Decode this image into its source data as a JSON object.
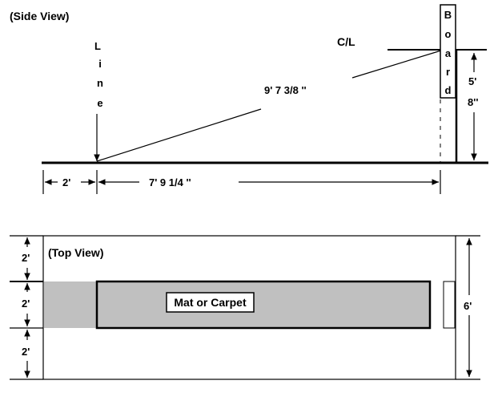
{
  "side_view": {
    "title": "(Side View)",
    "line_letters": [
      "L",
      "i",
      "n",
      "e"
    ],
    "centerline_label": "C/L",
    "board_letters": [
      "B",
      "o",
      "a",
      "r",
      "d"
    ],
    "diagonal_distance": "9'   7 3/8 ''",
    "height_feet": "5'",
    "height_inches": "8''",
    "offset_left": "2'",
    "floor_distance": "7'   9 1/4 ''"
  },
  "top_view": {
    "title": "(Top View)",
    "mat_label": "Mat or Carpet",
    "left_dims": [
      "2'",
      "2'",
      "2'"
    ],
    "right_dim": "6'"
  },
  "colors": {
    "line": "#000000",
    "mat_fill": "#c0c0c0",
    "background": "#ffffff"
  }
}
